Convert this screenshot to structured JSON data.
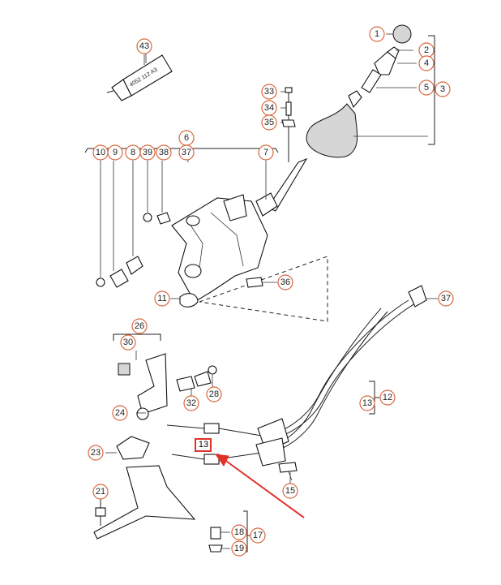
{
  "callouts": [
    {
      "id": "1",
      "label": "1"
    },
    {
      "id": "2",
      "label": "2"
    },
    {
      "id": "3",
      "label": "3"
    },
    {
      "id": "4",
      "label": "4"
    },
    {
      "id": "5",
      "label": "5"
    },
    {
      "id": "6",
      "label": "6"
    },
    {
      "id": "7",
      "label": "7"
    },
    {
      "id": "8",
      "label": "8"
    },
    {
      "id": "9",
      "label": "9"
    },
    {
      "id": "10",
      "label": "10"
    },
    {
      "id": "11",
      "label": "11"
    },
    {
      "id": "12",
      "label": "12"
    },
    {
      "id": "13a",
      "label": "13"
    },
    {
      "id": "13b",
      "label": "13"
    },
    {
      "id": "15",
      "label": "15"
    },
    {
      "id": "17",
      "label": "17"
    },
    {
      "id": "18",
      "label": "18"
    },
    {
      "id": "19",
      "label": "19"
    },
    {
      "id": "21",
      "label": "21"
    },
    {
      "id": "23",
      "label": "23"
    },
    {
      "id": "24",
      "label": "24"
    },
    {
      "id": "26",
      "label": "26"
    },
    {
      "id": "28",
      "label": "28"
    },
    {
      "id": "30",
      "label": "30"
    },
    {
      "id": "32",
      "label": "32"
    },
    {
      "id": "33",
      "label": "33"
    },
    {
      "id": "34",
      "label": "34"
    },
    {
      "id": "35",
      "label": "35"
    },
    {
      "id": "36",
      "label": "36"
    },
    {
      "id": "37a",
      "label": "37"
    },
    {
      "id": "37b",
      "label": "37"
    },
    {
      "id": "38",
      "label": "38"
    },
    {
      "id": "39",
      "label": "39"
    },
    {
      "id": "43",
      "label": "43"
    }
  ],
  "tube_label": "4052 112 A3",
  "colors": {
    "callout_stroke": "#d9663c",
    "highlight_arrow": "#e0302a",
    "line": "#222222"
  }
}
